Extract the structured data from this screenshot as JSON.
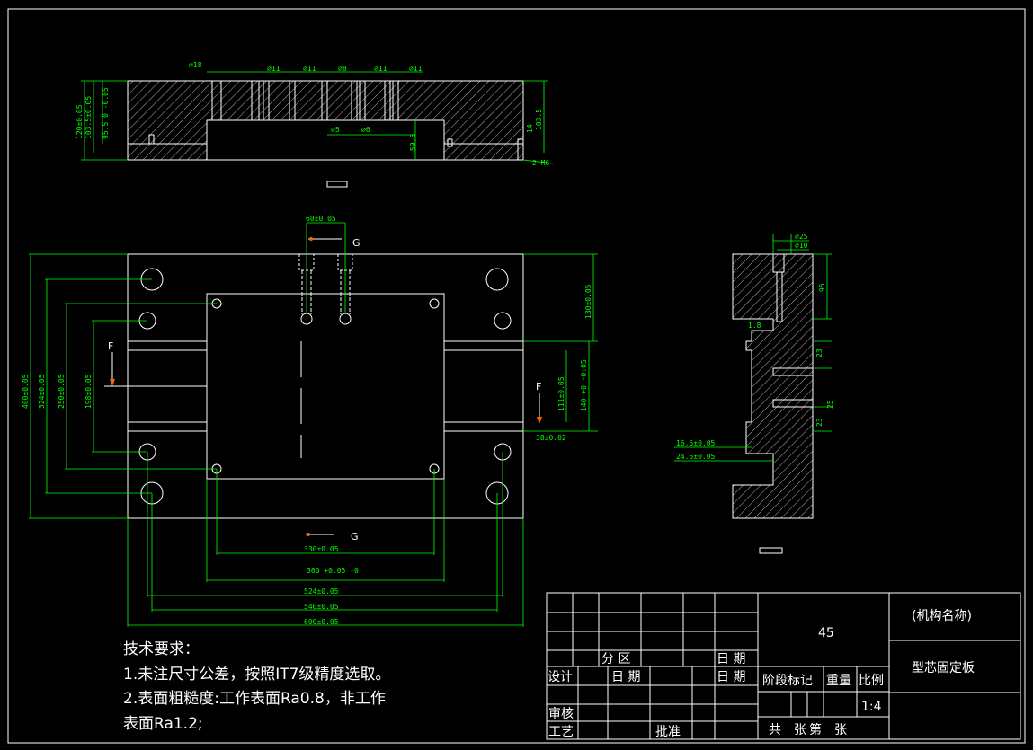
{
  "drawing": {
    "material": "45",
    "mechanism_name": "(机构名称)",
    "part_name": "型芯固定板",
    "scale": "1:4"
  },
  "title_block": {
    "fen_qu": "分 区",
    "riqi_1": "日 期",
    "sheji": "设计",
    "riqi_2": "日 期",
    "riqi_3": "日 期",
    "jieduan": "阶段标记",
    "zhongliang": "重量",
    "bili": "比例",
    "shenhe": "审核",
    "gongyi": "工艺",
    "pizhun": "批准",
    "gong_zhang": "共　张",
    "di_zhang": "第　张"
  },
  "notes": {
    "heading": "技术要求：",
    "line1": "1.未注尺寸公差，按照IT7级精度选取。",
    "line2": "2.表面粗糙度:工作表面Ra0.8，非工作",
    "line3": "表面Ra1.2;"
  },
  "section_labels": {
    "F_left": "F",
    "F_right": "F",
    "G_top": "G",
    "G_bottom": "G"
  },
  "dims_top": {
    "d18": "⌀18",
    "d11a": "⌀11",
    "d11b": "⌀11",
    "d8": "⌀8",
    "d11c": "⌀11",
    "d11d": "⌀11",
    "h120": "120±0.05",
    "h103": "103.5±0.05",
    "h95": "95.5 0 -0.05",
    "d5": "⌀5",
    "d6": "⌀6",
    "h59": "59.5",
    "h103r": "103.5",
    "h14": "14",
    "m6": "2-M6"
  },
  "dims_plan": {
    "w60": "60±0.05",
    "h400": "400±0.05",
    "h324": "324±0.05",
    "h250": "250±0.05",
    "h198": "198±0.05",
    "h130": "130±0.05",
    "h111": "111±0.05",
    "h140": "140 +0 -0.05",
    "w38": "38±0.02",
    "w330": "330±0.05",
    "w360": "360 +0.05 -0",
    "w524": "524±0.05",
    "w540": "540±0.05",
    "w600": "600±0.05"
  },
  "dims_side": {
    "d25": "⌀25",
    "d10": "⌀10",
    "h95": "95",
    "h18": "1.8",
    "h23a": "23",
    "h25": "25",
    "h23b": "23",
    "w165": "16.5±0.05",
    "w245": "24.5±0.05"
  }
}
